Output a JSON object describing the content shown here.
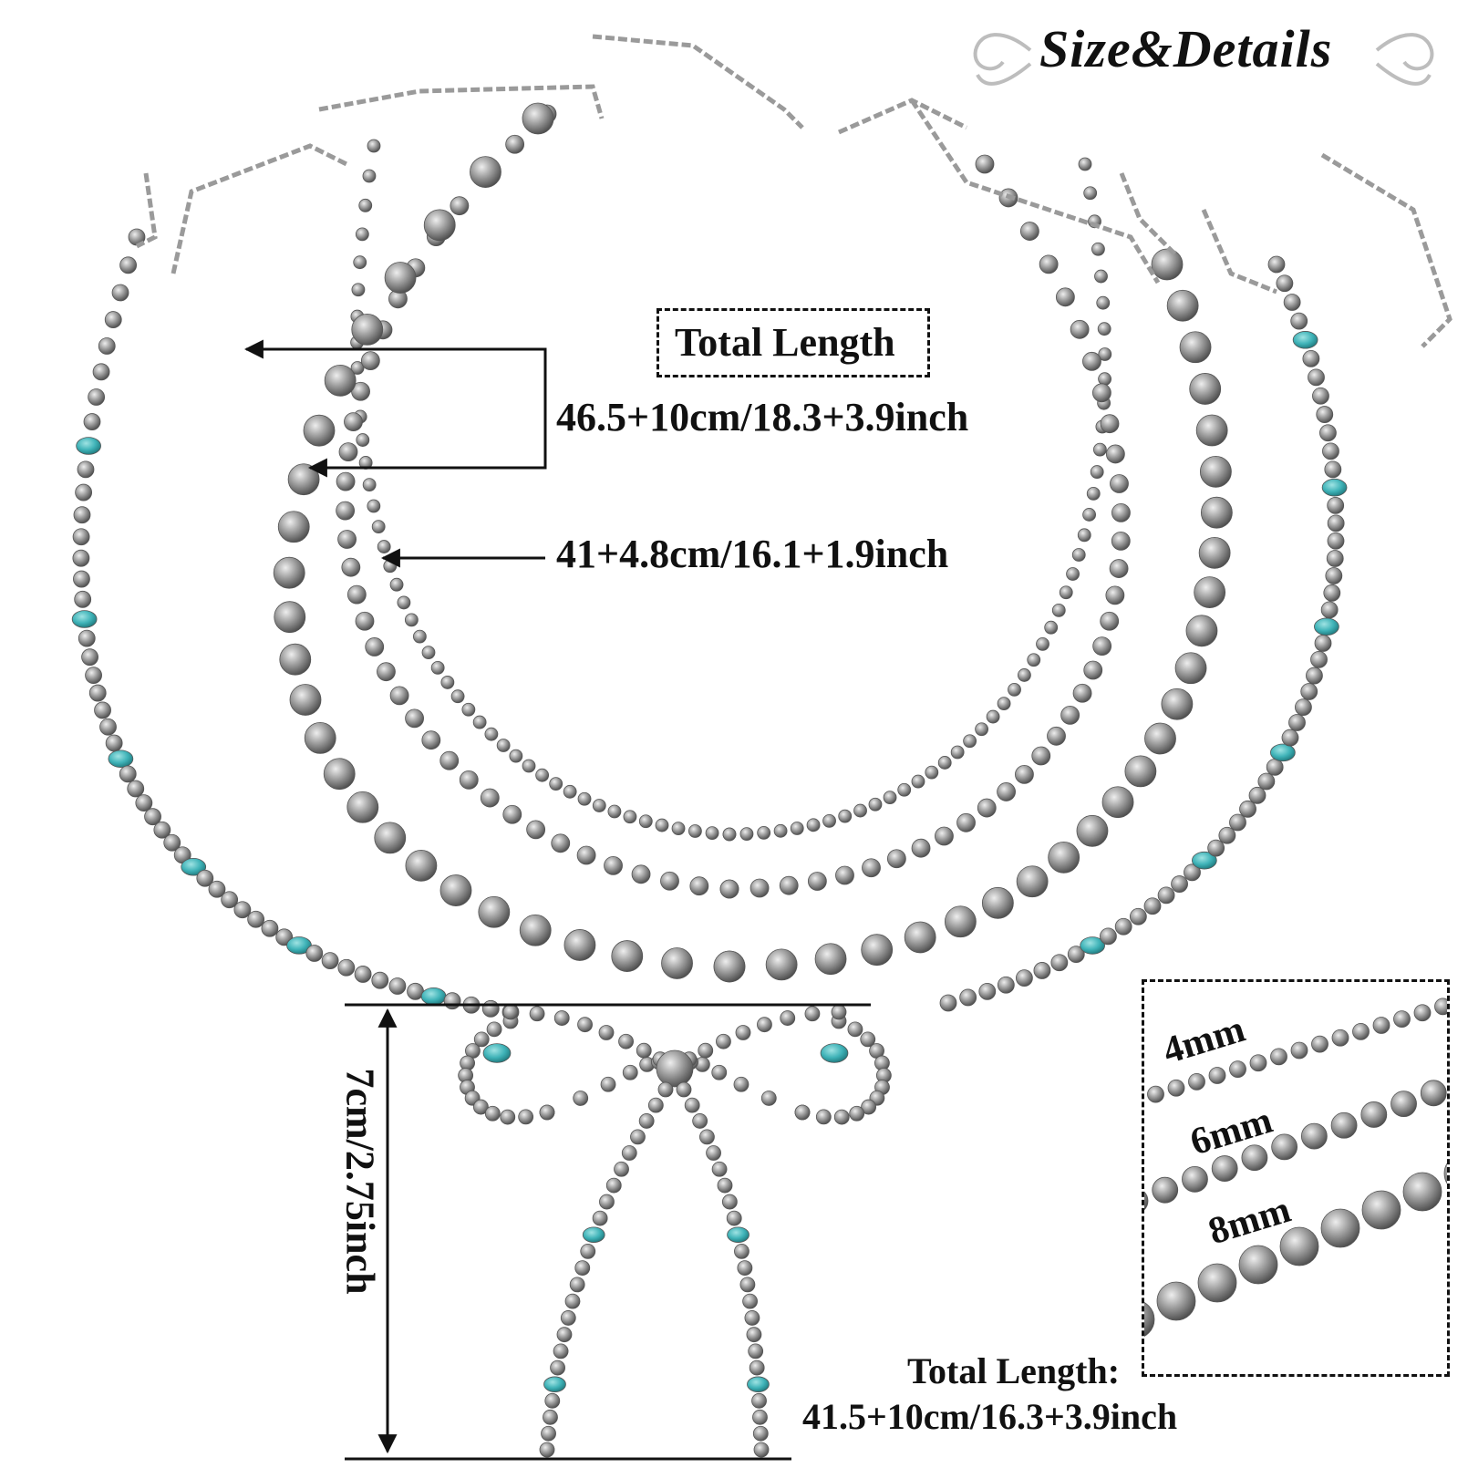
{
  "header": {
    "title": "Size&Details"
  },
  "main": {
    "total_length_label": "Total Length",
    "measure_1": "46.5+10cm/18.3+3.9inch",
    "measure_2": "41+4.8cm/16.1+1.9inch",
    "pendant_height": "7cm/2.75inch",
    "total_length_2_label": "Total Length:",
    "total_length_2_value": "41.5+10cm/16.3+3.9inch"
  },
  "bead_sizes": [
    "4mm",
    "6mm",
    "8mm"
  ],
  "colors": {
    "silver_bead": "#8f8f8f",
    "silver_highlight": "#e6e6e6",
    "turquoise": "#3fb3b8",
    "ink": "#111111"
  }
}
